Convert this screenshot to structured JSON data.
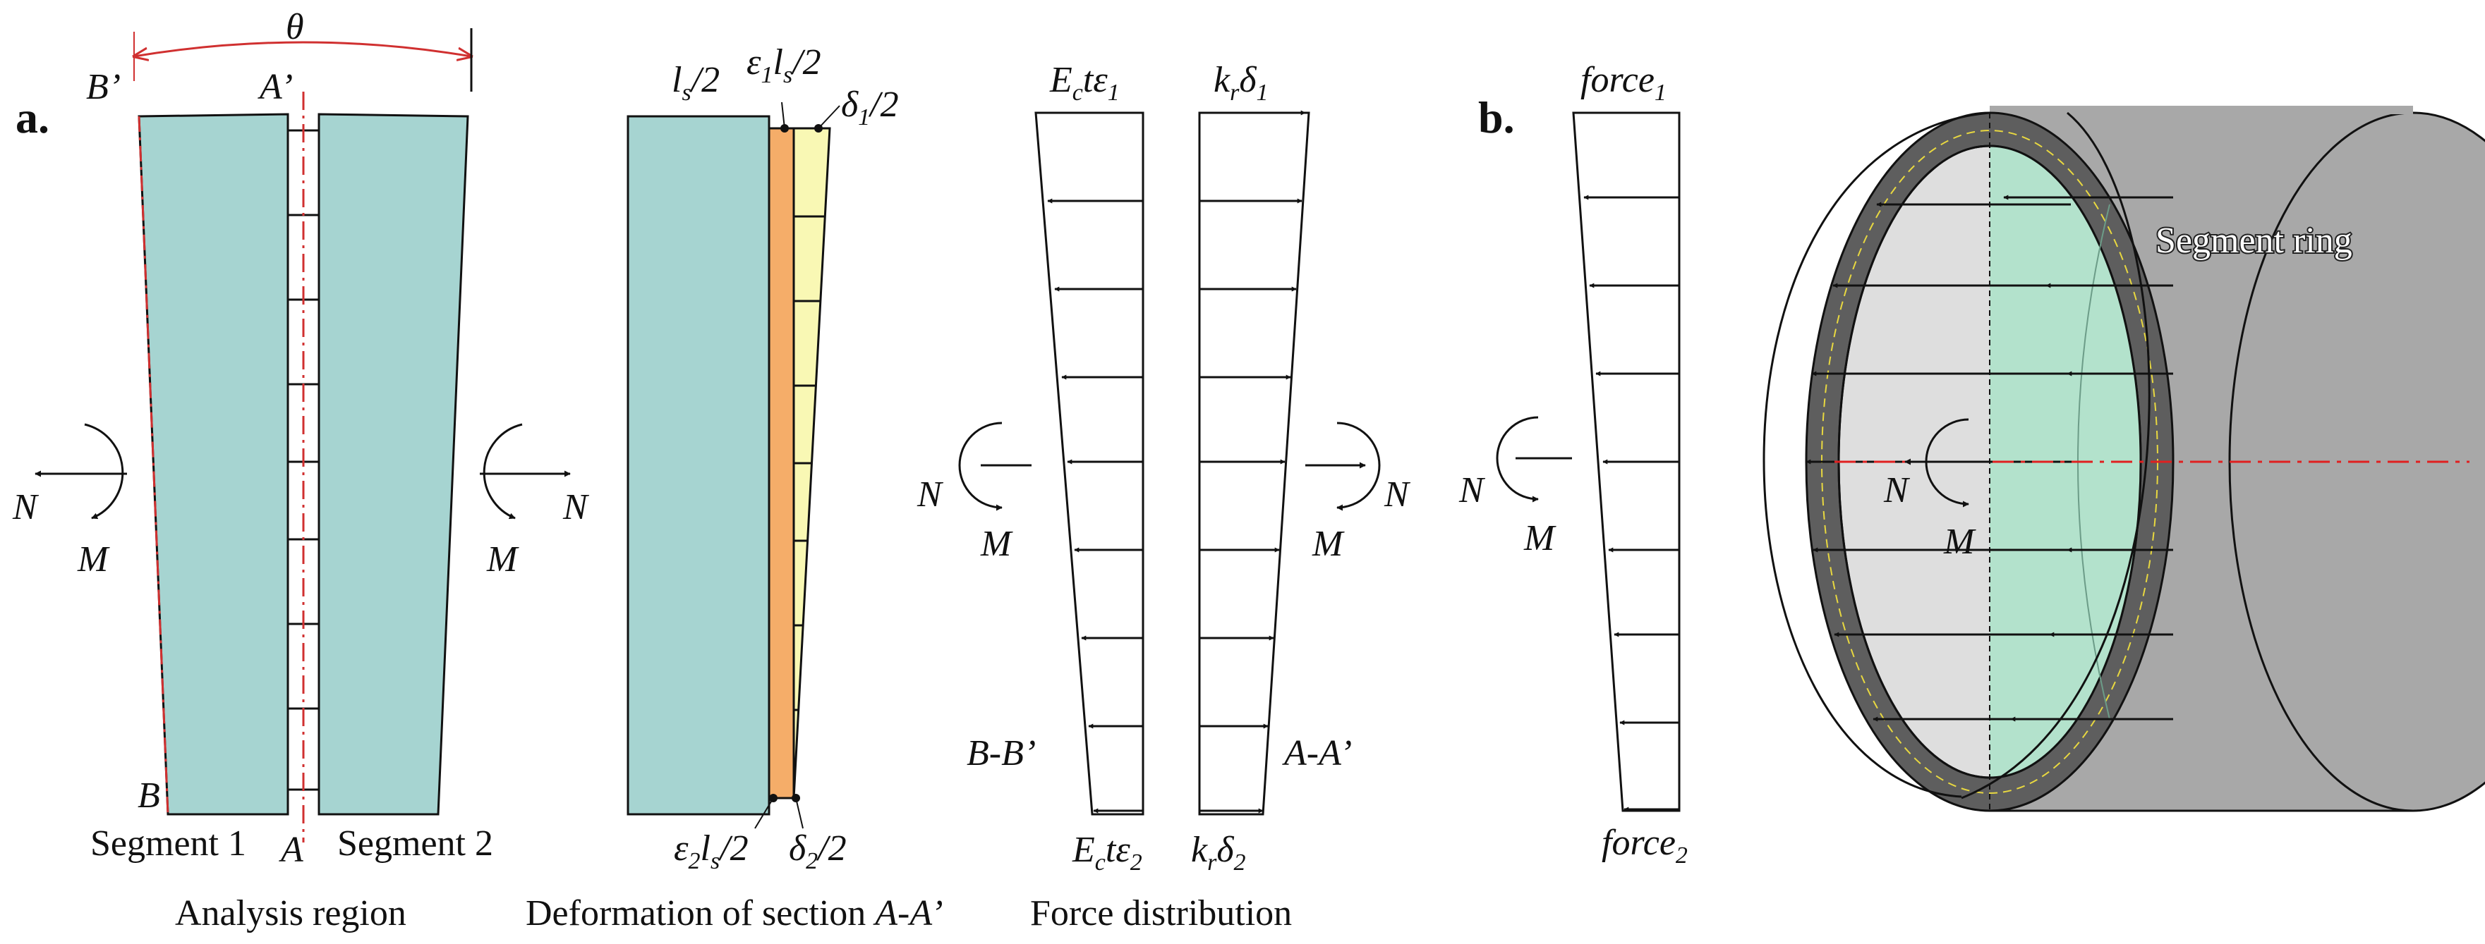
{
  "panel_a": {
    "tag": "a.",
    "analysis": {
      "theta": "θ",
      "b_prime": "B’",
      "a_prime": "A’",
      "b": "B",
      "a": "A",
      "seg1": "Segment 1",
      "seg2": "Segment 2",
      "n_left": "N",
      "m_left": "M",
      "n_right": "N",
      "m_right": "M",
      "caption": "Analysis region"
    },
    "deformation": {
      "ls2": "l",
      "ls2_sub": "s",
      "ls2_tail": "/2",
      "e1ls2_a": "ε",
      "e1ls2_s1": "1",
      "e1ls2_b": "l",
      "e1ls2_s2": "s",
      "e1ls2_tail": "/2",
      "d1_a": "δ",
      "d1_s": "1",
      "d1_tail": "/2",
      "e2ls2_a": "ε",
      "e2ls2_s1": "2",
      "e2ls2_b": "l",
      "e2ls2_s2": "s",
      "e2ls2_tail": "/2",
      "d2_a": "δ",
      "d2_s": "2",
      "d2_tail": "/2",
      "caption_main": "Deformation of section ",
      "caption_sec": "A-A’"
    },
    "force": {
      "top_left_a": "E",
      "top_left_s1": "c",
      "top_left_b": "tε",
      "top_left_s2": "1",
      "top_right_a": "k",
      "top_right_s1": "r",
      "top_right_b": "δ",
      "top_right_s2": "1",
      "bot_left_a": "E",
      "bot_left_s1": "c",
      "bot_left_b": "tε",
      "bot_left_s2": "2",
      "bot_right_a": "k",
      "bot_right_s1": "r",
      "bot_right_b": "δ",
      "bot_right_s2": "2",
      "bb": "B-B’",
      "aa": "A-A’",
      "n_left": "N",
      "m_left": "M",
      "n_right": "N",
      "m_right": "M",
      "caption": "Force distribution"
    }
  },
  "panel_b": {
    "tag": "b.",
    "force1_a": "force",
    "force1_s": "1",
    "force2_a": "force",
    "force2_s": "2",
    "n": "N",
    "m": "M",
    "n_inner": "N",
    "m_inner": "M",
    "ring": "Segment ring"
  },
  "colors": {
    "segment": "#a6d4d1",
    "orange": "#f5ad69",
    "yellow": "#f9f8b4",
    "ring_dark": "#5e5e5e",
    "cylinder": "#a8a8a8",
    "inner_face": "#dedede",
    "green": "#b3e2cc",
    "red": "#e02020"
  }
}
